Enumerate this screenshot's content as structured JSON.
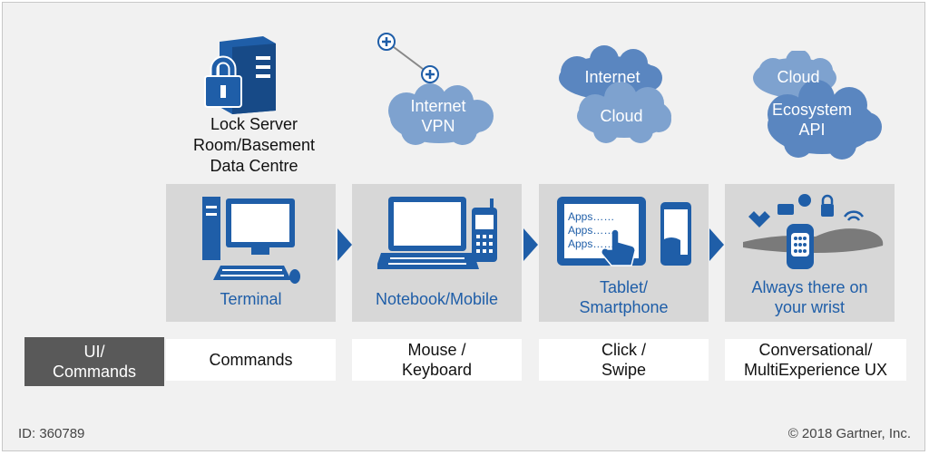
{
  "server_caption": "Lock Server\nRoom/Basement\nData Centre",
  "clouds": {
    "vpn": "Internet\nVPN",
    "internet": "Internet",
    "cloud": "Cloud",
    "cloud2": "Cloud",
    "ecosystem": "Ecosystem\nAPI"
  },
  "panels": [
    {
      "label": "Terminal"
    },
    {
      "label": "Notebook/Mobile"
    },
    {
      "label": "Tablet/\nSmartphone",
      "screen_text": [
        "Apps……",
        "Apps……",
        "Apps……"
      ]
    },
    {
      "label": "Always there on\nyour wrist"
    }
  ],
  "row_label": "UI/\nCommands",
  "commands": [
    "Commands",
    "Mouse /\nKeyboard",
    "Click /\nSwipe",
    "Conversational/\nMultiExperience UX"
  ],
  "footer": {
    "id": "ID: 360789",
    "copyright": "© 2018 Gartner, Inc."
  },
  "colors": {
    "accent": "#1f5ea8",
    "cloud": "#7ea2cf",
    "panel": "#d7d7d7",
    "row_label_bg": "#595959"
  }
}
